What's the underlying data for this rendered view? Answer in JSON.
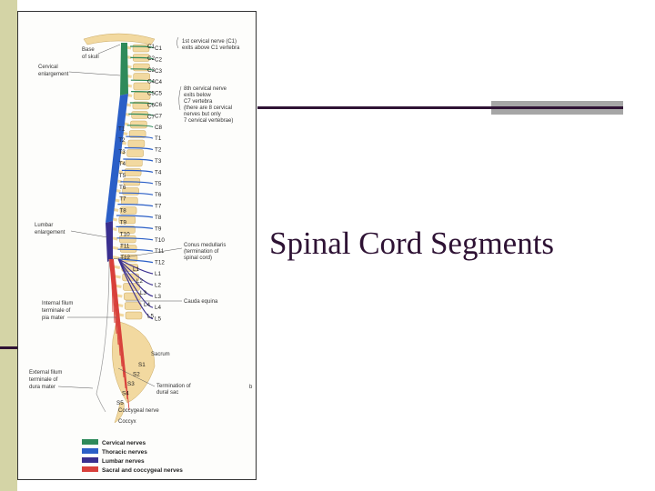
{
  "slide": {
    "title": "Spinal Cord Segments"
  },
  "figure": {
    "labels": {
      "base_skull_1": "Base",
      "base_skull_2": "of skull",
      "cervical_enl_1": "Cervical",
      "cervical_enl_2": "enlargement",
      "c1_note_1": "1st cervical nerve (C1)",
      "c1_note_2": "exits above C1 vertebra",
      "c8_note_1": "8th cervical nerve",
      "c8_note_2": "exits below",
      "c8_note_3": "C7 vertebra",
      "c8_note_4": "(there are 8 cervical",
      "c8_note_5": "nerves but only",
      "c8_note_6": "7 cervical vertebrae)",
      "lumbar_enl_1": "Lumbar",
      "lumbar_enl_2": "enlargement",
      "conus_1": "Conus medullaris",
      "conus_2": "(termination of",
      "conus_3": "spinal cord)",
      "cauda": "Cauda equina",
      "filum_int_1": "Internal filum",
      "filum_int_2": "terminale of",
      "filum_int_3": "pia mater",
      "sacrum": "Sacrum",
      "filum_ext_1": "External filum",
      "filum_ext_2": "terminale of",
      "filum_ext_3": "dura mater",
      "dural_1": "Termination of",
      "dural_2": "dural sac",
      "coccygeal": "Coccygeal nerve",
      "coccyx": "Coccyx",
      "panel_letter": "b"
    },
    "left_segments": [
      "C1",
      "C2",
      "C3",
      "C4",
      "C5",
      "C6",
      "C7",
      "T1",
      "T2",
      "T3",
      "T4",
      "T5",
      "T6",
      "T7",
      "T8",
      "T9",
      "T10",
      "T11",
      "T12",
      "L1",
      "L2",
      "L3",
      "L4",
      "L5"
    ],
    "right_segments": [
      "C1",
      "C2",
      "C3",
      "C4",
      "C5",
      "C6",
      "C7",
      "C8",
      "T1",
      "T2",
      "T3",
      "T4",
      "T5",
      "T6",
      "T7",
      "T8",
      "T9",
      "T10",
      "T11",
      "T12",
      "L1",
      "L2",
      "L3",
      "L4",
      "L5"
    ],
    "sacral_segments": [
      "S1",
      "S2",
      "S3",
      "S4",
      "S5"
    ],
    "legend": [
      {
        "label": "Cervical nerves",
        "color": "#2e8a5a"
      },
      {
        "label": "Thoracic nerves",
        "color": "#2b5fc7"
      },
      {
        "label": "Lumbar nerves",
        "color": "#3a2f8f"
      },
      {
        "label": "Sacral and coccygeal nerves",
        "color": "#d8403b"
      }
    ]
  }
}
